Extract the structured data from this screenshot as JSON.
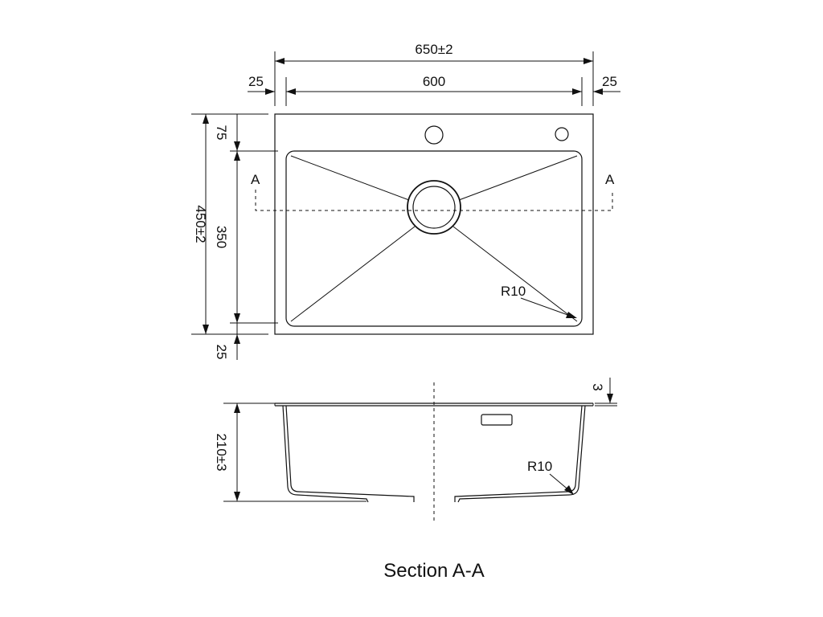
{
  "top_view": {
    "overall_width": "650±2",
    "inner_width": "600",
    "left_margin": "25",
    "right_margin": "25",
    "overall_depth": "450±2",
    "inner_depth": "350",
    "top_margin": "75",
    "bottom_margin": "25",
    "section_marker_left": "A",
    "section_marker_right": "A",
    "corner_radius": "R10"
  },
  "section_view": {
    "depth": "210±3",
    "flange_thickness": "3",
    "corner_radius": "R10",
    "title": "Section A-A"
  }
}
